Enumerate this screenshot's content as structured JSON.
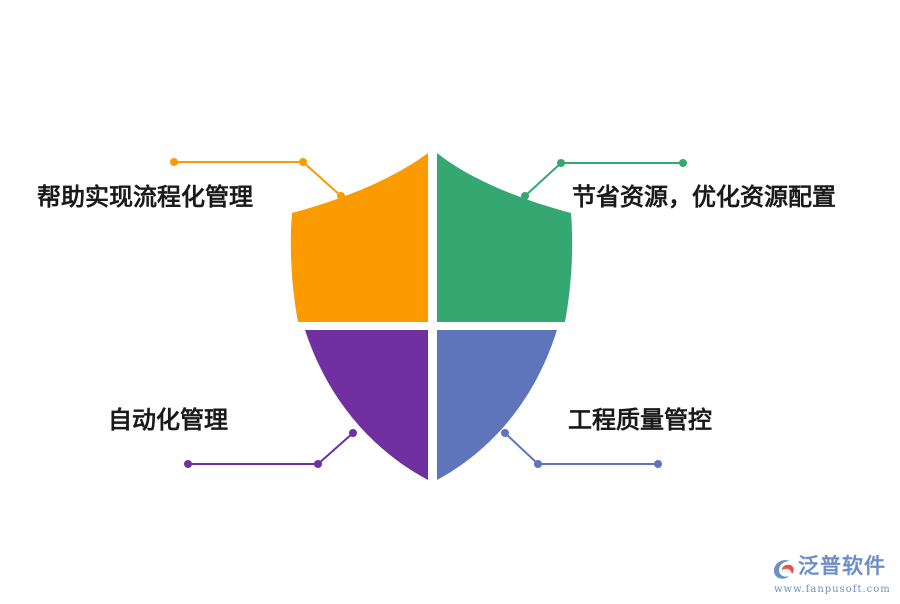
{
  "diagram": {
    "quadrants": {
      "top_left": {
        "label": "帮助实现流程化管理",
        "color": "#fb9b00"
      },
      "top_right": {
        "label": "节省资源，优化资源配置",
        "color": "#35a872"
      },
      "bottom_left": {
        "label": "自动化管理",
        "color": "#7030a0"
      },
      "bottom_right": {
        "label": "工程质量管控",
        "color": "#5f75bb"
      }
    }
  },
  "watermark": {
    "brand": "泛普软件",
    "url": "www.fanpusoft.com",
    "logo_icon": "fanpu-swirl-logo",
    "colors": {
      "primary": "#6d8fc6",
      "accent": "#e8524a"
    }
  }
}
